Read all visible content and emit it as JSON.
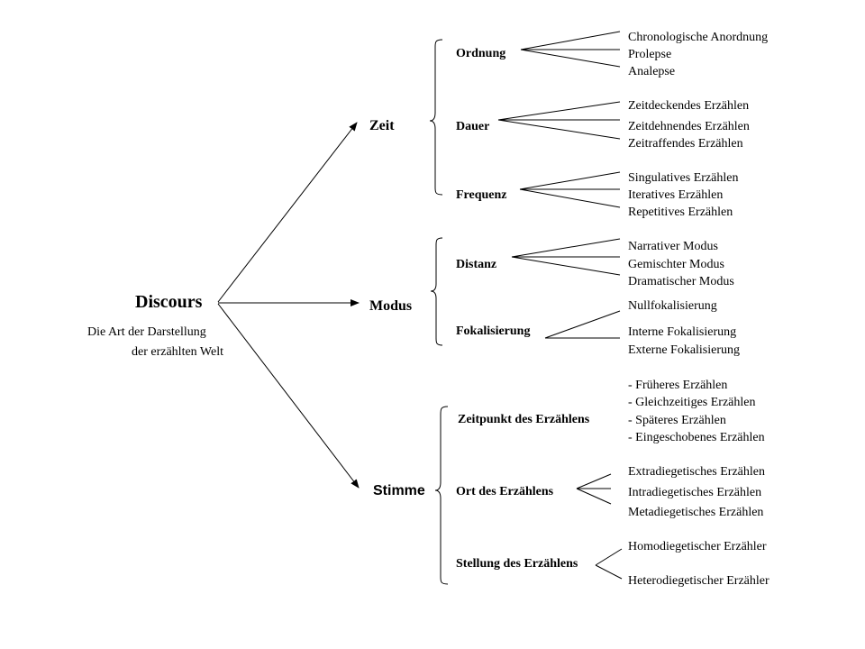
{
  "root": {
    "label": "Discours",
    "description_line1": "Die Art der Darstellung",
    "description_line2": "der erzählten Welt"
  },
  "categories": [
    {
      "label": "Zeit",
      "subcategories": [
        {
          "label": "Ordnung",
          "leaves": [
            "Chronologische Anordnung",
            "Prolepse",
            "Analepse"
          ]
        },
        {
          "label": "Dauer",
          "leaves": [
            "Zeitdeckendes Erzählen",
            "Zeitdehnendes Erzählen",
            "Zeitraffendes Erzählen"
          ]
        },
        {
          "label": "Frequenz",
          "leaves": [
            "Singulatives Erzählen",
            "Iteratives Erzählen",
            "Repetitives Erzählen"
          ]
        }
      ]
    },
    {
      "label": "Modus",
      "subcategories": [
        {
          "label": "Distanz",
          "leaves": [
            "Narrativer Modus",
            "Gemischter Modus",
            "Dramatischer Modus"
          ]
        },
        {
          "label": "Fokalisierung",
          "leaves": [
            "Nullfokalisierung",
            "Interne Fokalisierung",
            "Externe Fokalisierung"
          ]
        }
      ]
    },
    {
      "label": "Stimme",
      "subcategories": [
        {
          "label": "Zeitpunkt des Erzählens",
          "leaves": [
            "- Früheres Erzählen",
            "- Gleichzeitiges Erzählen",
            "- Späteres Erzählen",
            "- Eingeschobenes Erzählen"
          ]
        },
        {
          "label": "Ort des Erzählens",
          "leaves": [
            "Extradiegetisches Erzählen",
            "Intradiegetisches Erzählen",
            "Metadiegetisches Erzählen"
          ]
        },
        {
          "label": "Stellung des Erzählens",
          "leaves": [
            "Homodiegetischer Erzähler",
            "Heterodiegetischer Erzähler"
          ]
        }
      ]
    }
  ]
}
